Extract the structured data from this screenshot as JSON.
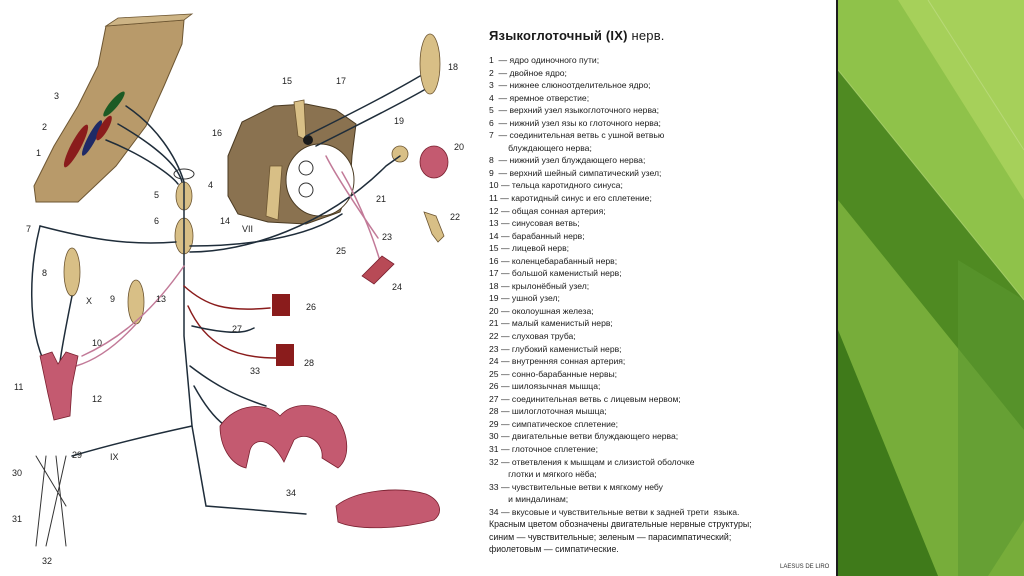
{
  "title": {
    "main": "Языкоглоточный (IX)",
    "suffix": " нерв."
  },
  "legend_items": [
    "1  — ядро одиночного пути;",
    "2  — двойное ядро;",
    "3  — нижнее слюноотделительное ядро;",
    "4  — яремное отверстие;",
    "5  — верхний узел языкоглоточного нерва;",
    "6  — нижний узел язы ко глоточного нерва;",
    "7  — соединительная ветвь с ушной ветвью\n        блуждающего нерва;",
    "8  — нижний узел блуждающего нерва;",
    "9  — верхний шейный симпатический узел;",
    "10 — тельца каротидного синуса;",
    "11 — каротидный синус и его сплетение;",
    "12 — общая сонная артерия;",
    "13 — синусовая ветвь;",
    "14 — барабанный нерв;",
    "15 — лицевой нерв;",
    "16 — коленцебарабанный нерв;",
    "17 — большой каменистый нерв;",
    "18 — крылонёбный узел;",
    "19 — ушной узел;",
    "20 — околоушная железа;",
    "21 — малый каменистый нерв;",
    "22 — слуховая труба;",
    "23 — глубокий каменистый нерв;",
    "24 — внутренняя сонная артерия;",
    "25 — сонно-барабанные нервы;",
    "26 — шилоязычная мышца;",
    "27 — соединительная ветвь с лицевым нервом;",
    "28 — шилоглоточная мышца;",
    "29 — симпатическое сплетение;",
    "30 — двигательные ветви блуждающего нерва;",
    "31 — глоточное сплетение;",
    "32 — ответвления к мышцам и слизистой оболочке\n        глотки и мягкого нёба;",
    "33 — чувствительные ветви к мягкому небу\n        и миндалинам;",
    "34 — вкусовые и чувствительные ветви к задней трети  языка."
  ],
  "note": "Красным цветом обозначены двигательные нервные структуры;\nсиним — чувствительные; зеленым — парасимпатический;\nфиолетовым — симпатические.",
  "credit": "LAESUS DE LIRO",
  "diagram_labels": {
    "n1": "1",
    "n2": "2",
    "n3": "3",
    "n4": "4",
    "n5": "5",
    "n6": "6",
    "n7": "7",
    "n8": "8",
    "n9": "9",
    "n10": "10",
    "n11": "11",
    "n12": "12",
    "n13": "13",
    "n14": "14",
    "n15": "15",
    "n16": "16",
    "n17": "17",
    "n18": "18",
    "n19": "19",
    "n20": "20",
    "n21": "21",
    "n22": "22",
    "n23": "23",
    "n24": "24",
    "n25": "25",
    "n26": "26",
    "n27": "27",
    "n28": "28",
    "n29": "29",
    "n30": "30",
    "n31": "31",
    "n32": "32",
    "n33": "33",
    "n34": "34",
    "roman_x": "X",
    "roman_vii": "VII",
    "roman_ix": "IX"
  },
  "colors": {
    "brainstem": "#b89a6a",
    "ganglion": "#d8bf86",
    "nerve": "#1f2d3a",
    "motor": "#8a1c1c",
    "sensory": "#1f2a66",
    "parasympathetic": "#1c5a24",
    "sympathetic": "#c27a98",
    "muscle": "#b84a56",
    "accent_green": "#5e9a2c"
  }
}
